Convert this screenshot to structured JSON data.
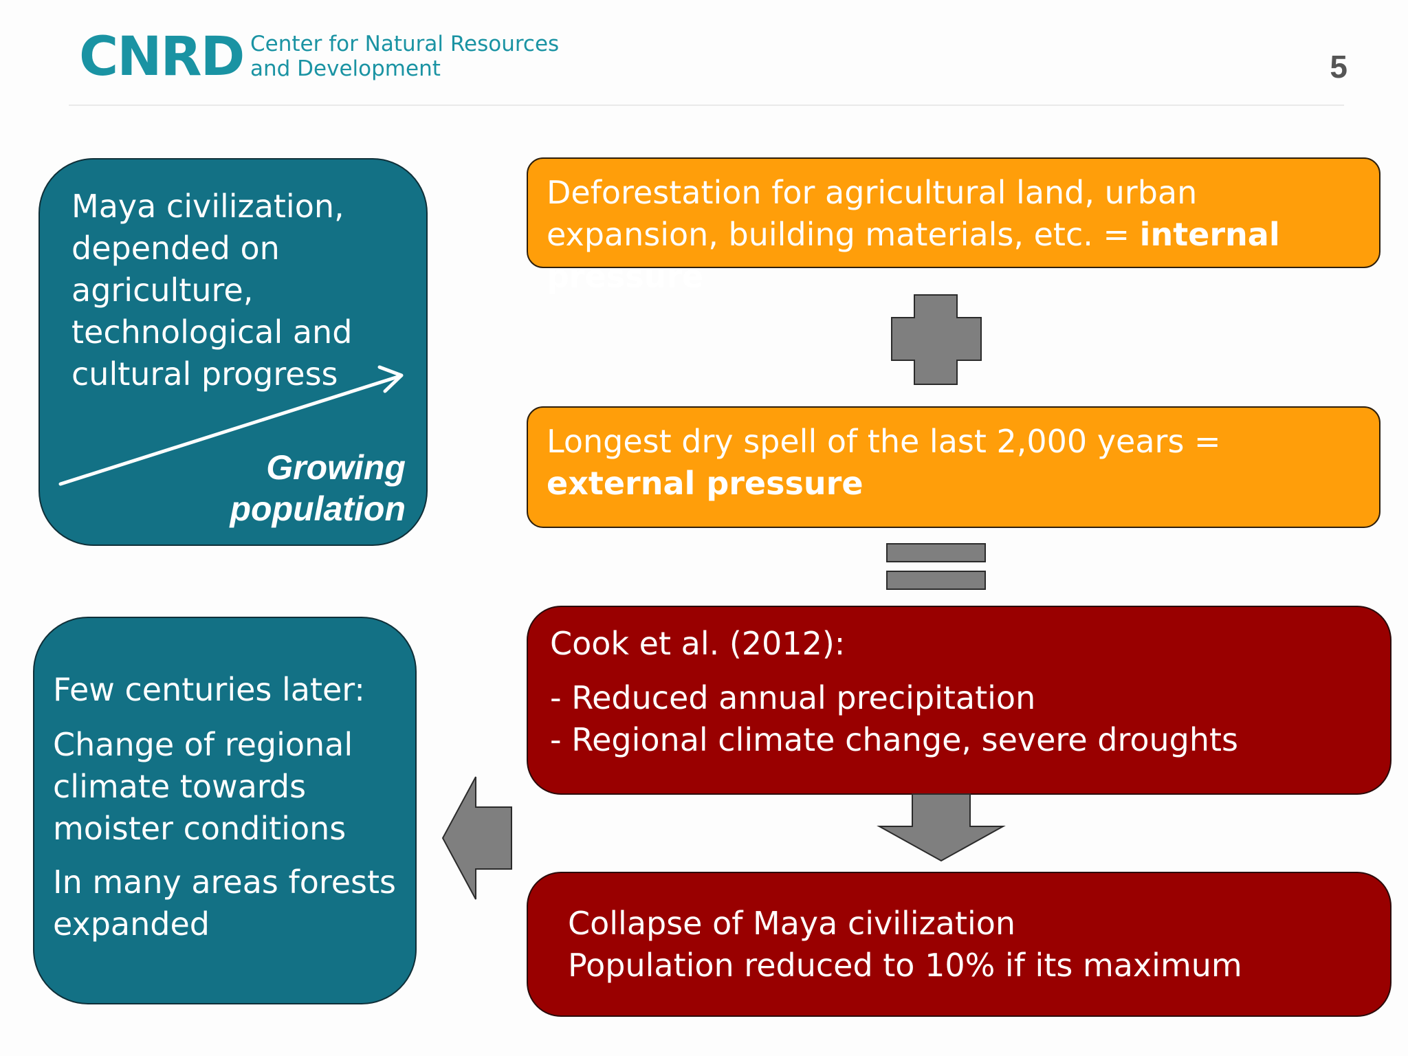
{
  "header": {
    "logo": "CNRD",
    "logo_subtitle": "Center for Natural Resources\nand Development",
    "slide_number": "5"
  },
  "left_top": {
    "text": "Maya civilization, depended on agriculture, technological and cultural progress",
    "arrow_label": "Growing population"
  },
  "left_bottom": {
    "line1": "Few centuries later:",
    "line2": "Change of regional climate towards moister conditions",
    "line3": "In many areas forests expanded"
  },
  "internal": {
    "text": "Deforestation for agricultural land, urban expansion, building materials, etc. = ",
    "bold": "internal pressure"
  },
  "external": {
    "text": "Longest dry spell of the last 2,000 years = ",
    "bold": "external pressure"
  },
  "cook": {
    "citation": "Cook et al. (2012):",
    "bullet1": "- Reduced annual precipitation",
    "bullet2": "- Regional climate change, severe droughts"
  },
  "collapse": {
    "line1": "Collapse of Maya civilization",
    "line2": "Population reduced to 10% if its maximum"
  },
  "colors": {
    "teal": "#137185",
    "orange": "#ff9e0a",
    "dark_red": "#990000",
    "connector_gray": "#7f7f7f",
    "logo": "#1a93a3"
  }
}
